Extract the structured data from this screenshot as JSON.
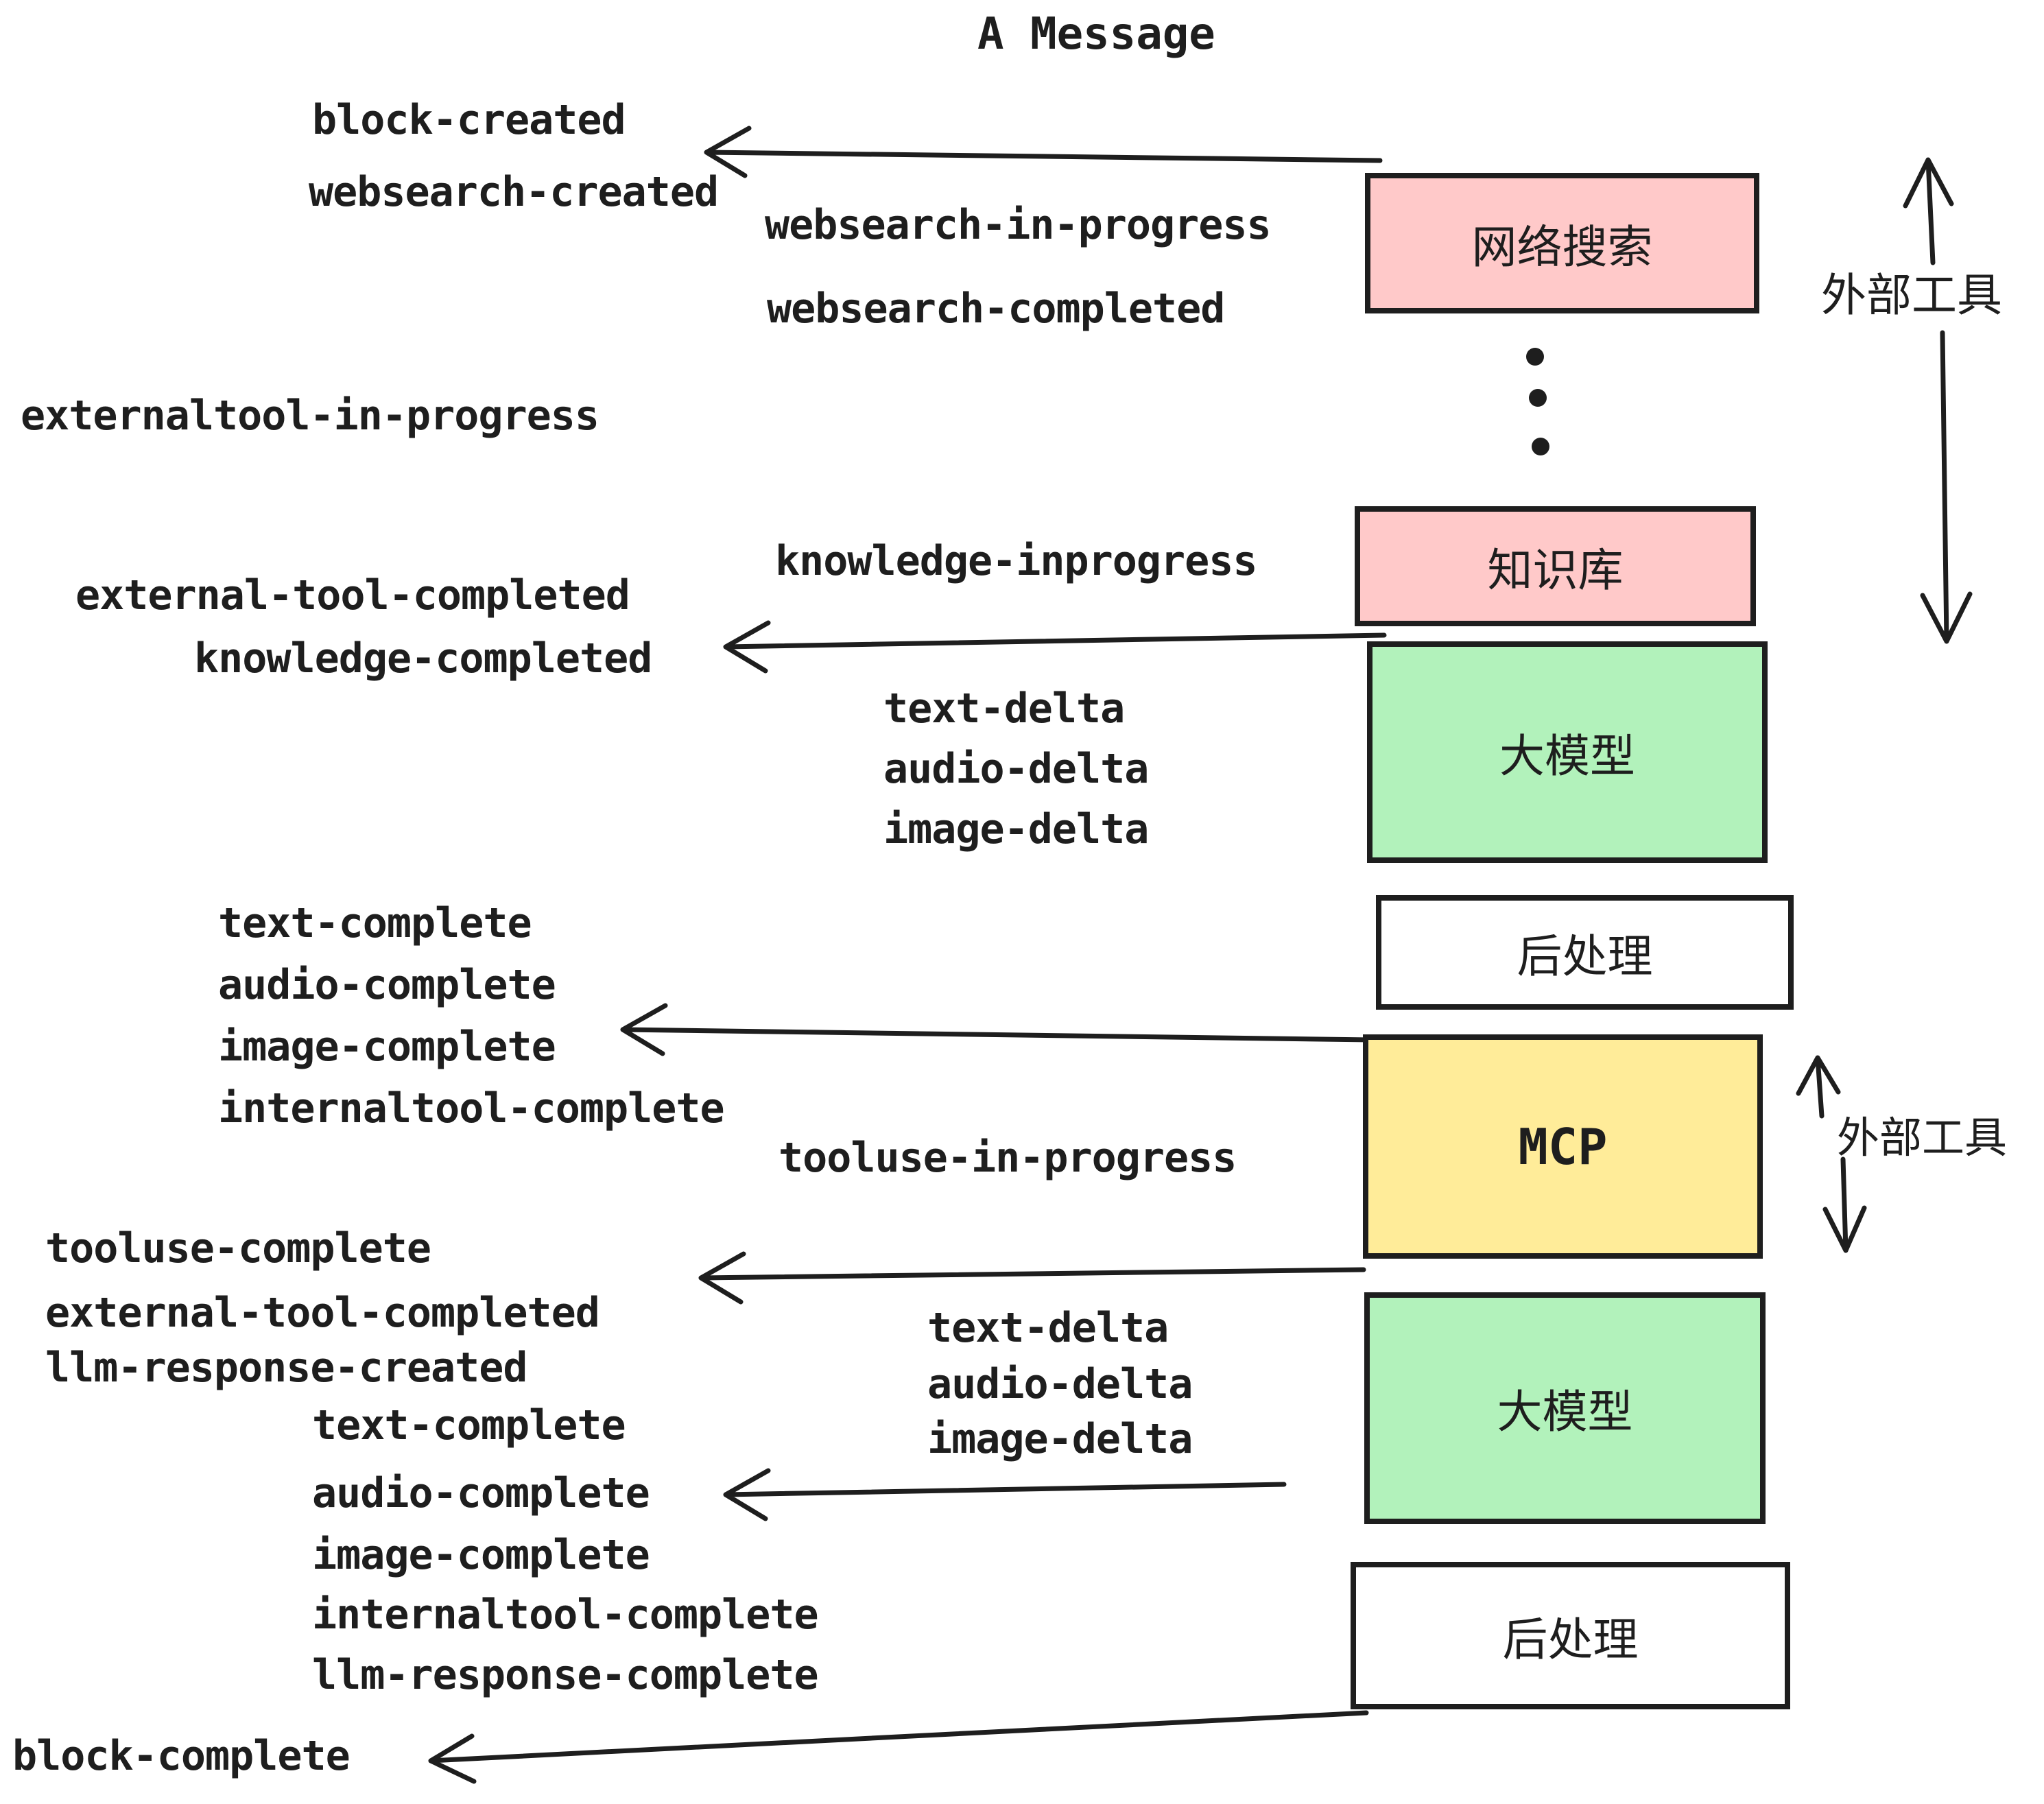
{
  "title": "A Message",
  "colors": {
    "stroke": "#1e1e1e",
    "pink": "#ffc9c9",
    "green": "#b2f2bb",
    "yellow": "#ffec99",
    "white": "#ffffff"
  },
  "boxes": {
    "websearch": "网络搜索",
    "knowledge": "知识库",
    "llm1": "大模型",
    "post1": "后处理",
    "mcp": "MCP",
    "llm2": "大模型",
    "post2": "后处理"
  },
  "annotations": {
    "external_tools_top": "外部工具",
    "external_tools_mid": "外部工具"
  },
  "events": {
    "block_created": "block-created",
    "websearch_created": "websearch-created",
    "websearch_in_progress": "websearch-in-progress",
    "websearch_completed": "websearch-completed",
    "externaltool_in_progress": "externaltool-in-progress",
    "knowledge_inprogress": "knowledge-inprogress",
    "external_tool_completed": "external-tool-completed",
    "knowledge_completed": "knowledge-completed",
    "delta_group1": [
      "text-delta",
      "audio-delta",
      "image-delta"
    ],
    "complete_group1": [
      "text-complete",
      "audio-complete",
      "image-complete",
      "internaltool-complete"
    ],
    "tooluse_in_progress": "tooluse-in-progress",
    "tooluse_complete": "tooluse-complete",
    "external_tool_completed_2": "external-tool-completed",
    "llm_response_created": "llm-response-created",
    "delta_group2": [
      "text-delta",
      "audio-delta",
      "image-delta"
    ],
    "complete_group2": [
      "text-complete",
      "audio-complete",
      "image-complete",
      "internaltool-complete",
      "llm-response-complete"
    ],
    "block_complete": "block-complete"
  }
}
